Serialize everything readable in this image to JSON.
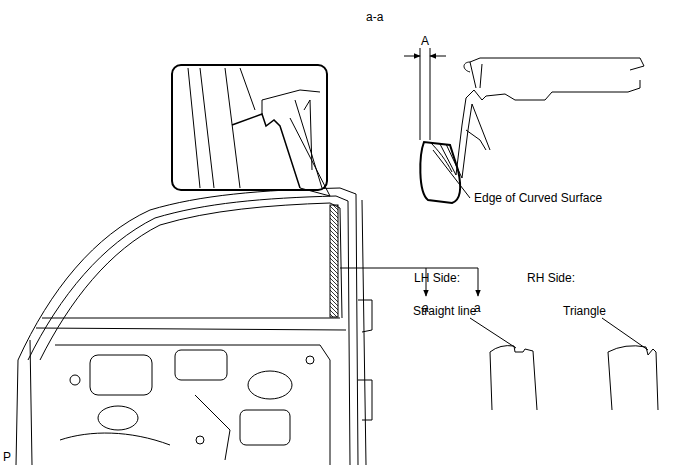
{
  "diagram": {
    "labels": [
      "a-a",
      "A",
      "Edge of Curved Surface",
      "LH Side:",
      "RH Side:",
      "Straight line",
      "Triangle",
      "a",
      "a",
      "P"
    ]
  }
}
